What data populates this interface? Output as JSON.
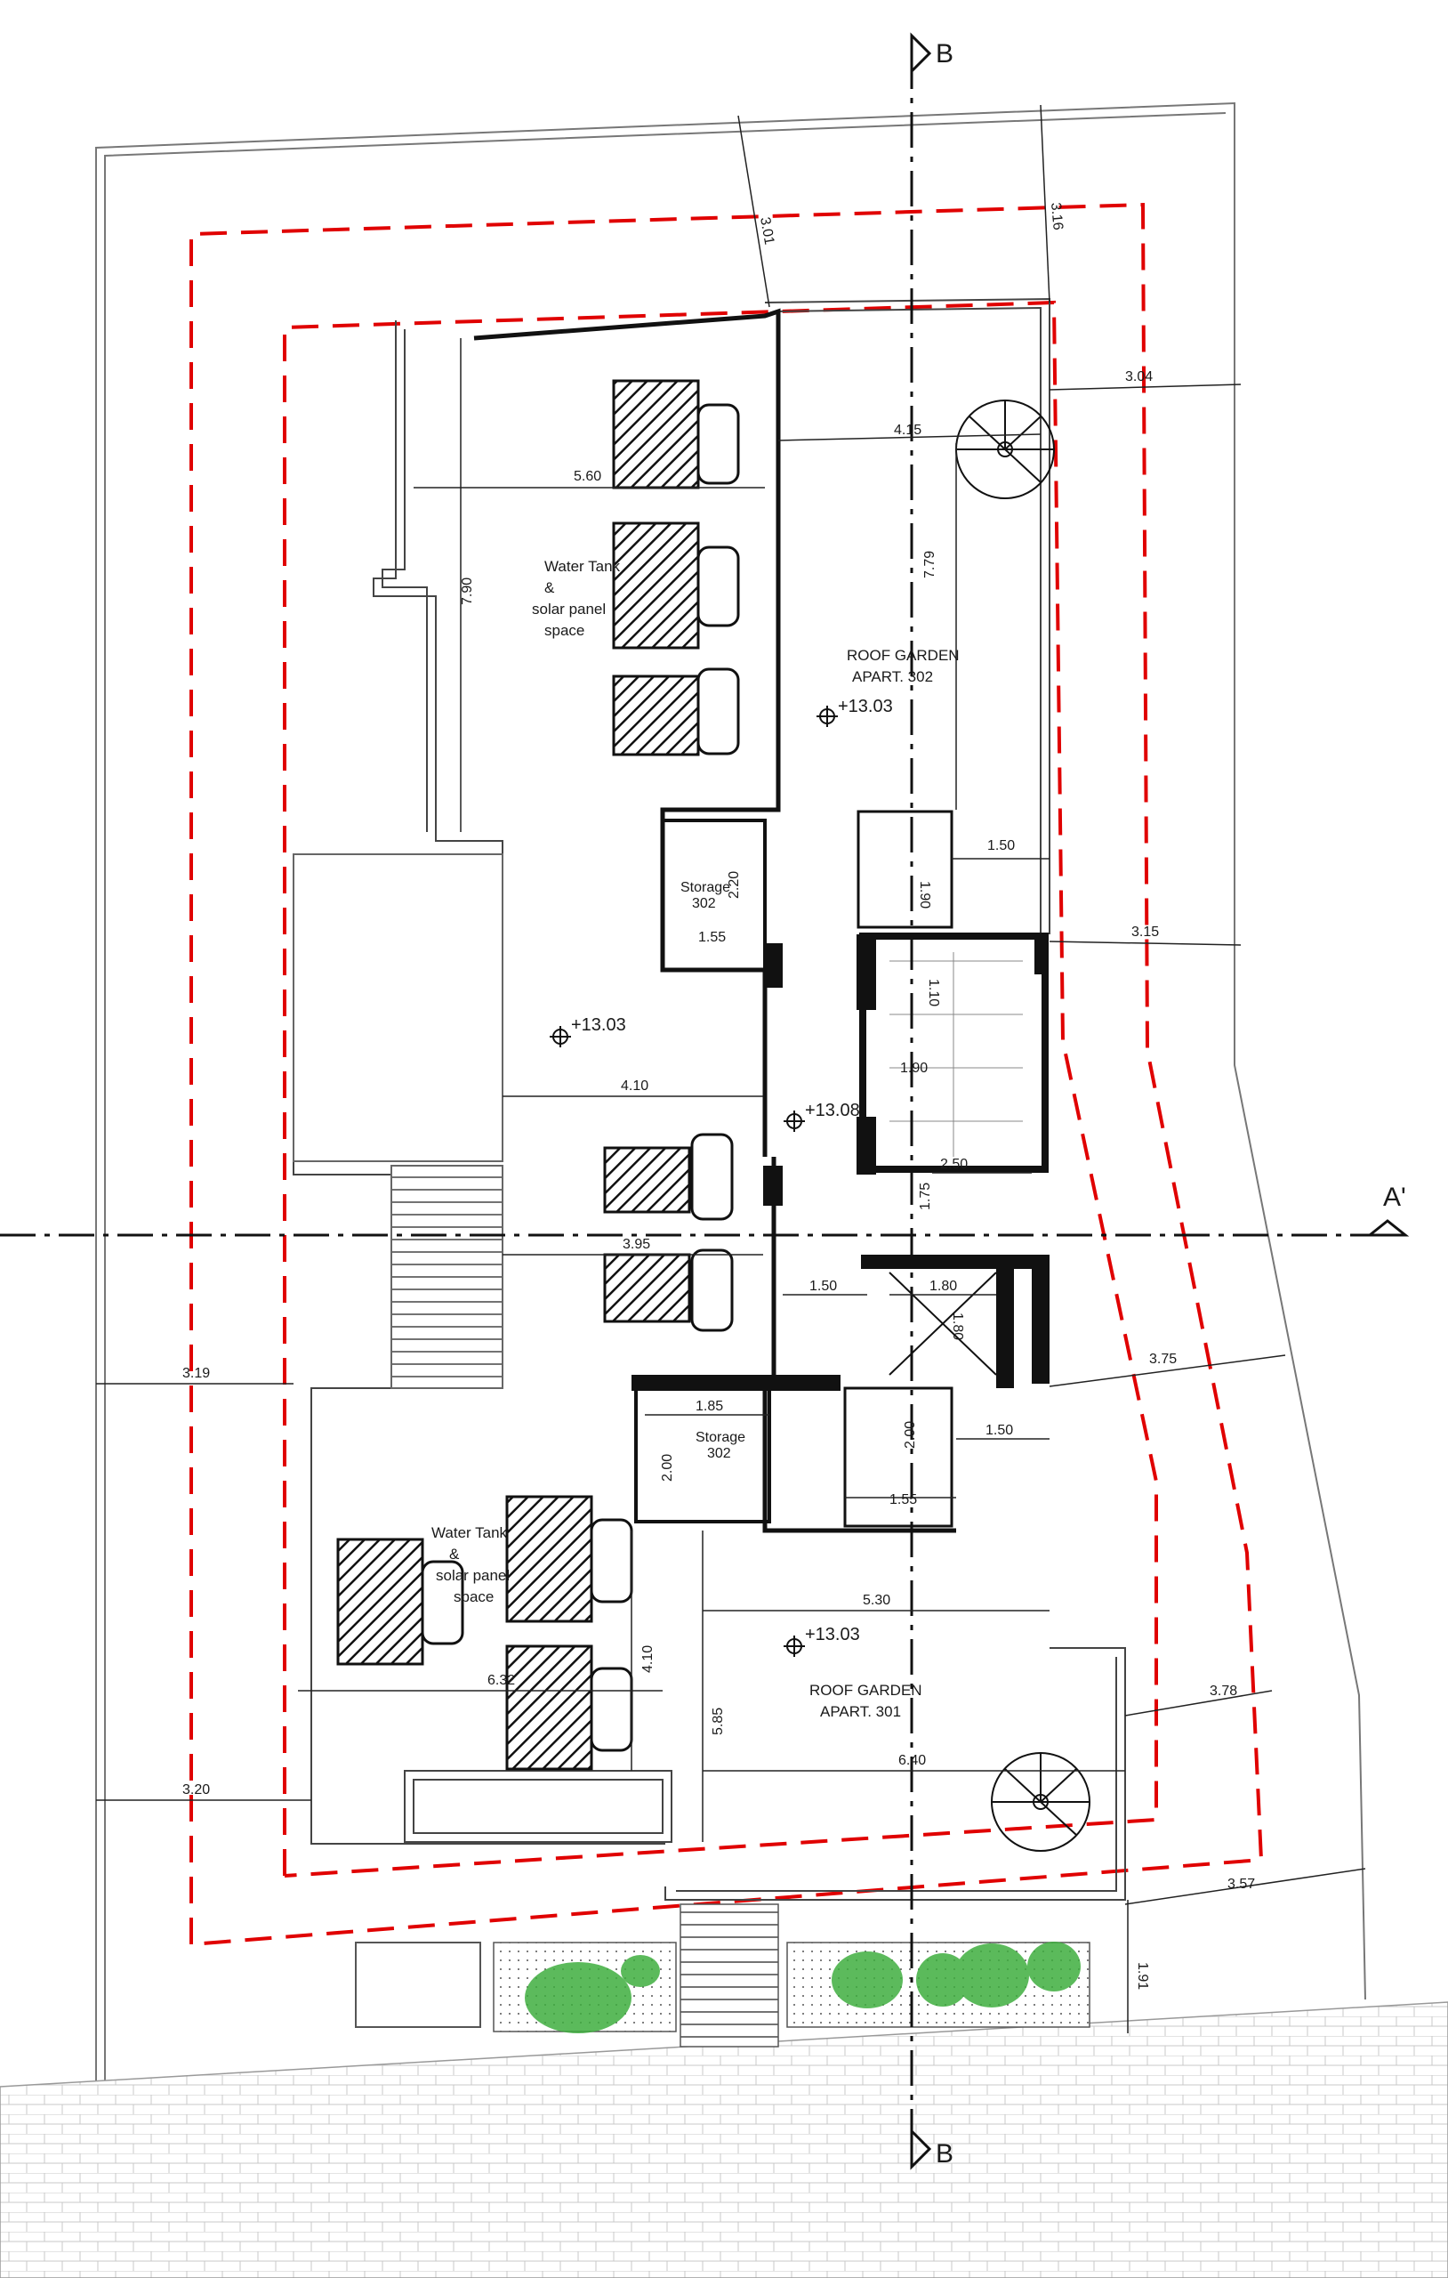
{
  "section_markers": {
    "b": "B",
    "a": "A'"
  },
  "rooms": {
    "water_tank_label_1": "Water Tank",
    "water_tank_amp_1": "&",
    "water_tank_solar_1": "solar panel",
    "water_tank_space_1": "space",
    "roof_garden_302_title": "ROOF GARDEN",
    "roof_garden_302_sub": "APART. 302",
    "storage_302_upper_name": "Storage",
    "storage_302_upper_num": "302",
    "storage_302_lower_name": "Storage",
    "storage_302_lower_num": "302",
    "water_tank_label_2": "Water Tank",
    "water_tank_amp_2": "&",
    "water_tank_solar_2": "solar panel",
    "water_tank_space_2": "space",
    "roof_garden_301_title": "ROOF GARDEN",
    "roof_garden_301_sub": "APART. 301"
  },
  "levels": {
    "l1": "+13.03",
    "l2": "+13.03",
    "l3": "+13.08",
    "l4": "+13.03"
  },
  "dimensions": {
    "d301": "3.01",
    "d316": "3.16",
    "d304": "3.04",
    "d415": "4.15",
    "d560": "5.60",
    "d790": "7.90",
    "d779": "7.79",
    "d220": "2.20",
    "d155a": "1.55",
    "d190a": "1.90",
    "d150a": "1.50",
    "d315": "3.15",
    "d110": "1.10",
    "d190b": "1.90",
    "d410a": "4.10",
    "d250": "2.50",
    "d175": "1.75",
    "d395": "3.95",
    "d150b": "1.50",
    "d180a": "1.80",
    "d180b": "1.80",
    "d319": "3.19",
    "d375": "3.75",
    "d185": "1.85",
    "d200a": "2.00",
    "d200b": "2.00",
    "d155b": "1.55",
    "d150c": "1.50",
    "d530": "5.30",
    "d410b": "4.10",
    "d632": "6.32",
    "d585": "5.85",
    "d378": "3.78",
    "d640": "6.40",
    "d320": "3.20",
    "d357": "3.57",
    "d191": "1.91"
  },
  "colors": {
    "setback_line": "#e00000",
    "wall": "#111111",
    "planting": "#3fae3f"
  }
}
